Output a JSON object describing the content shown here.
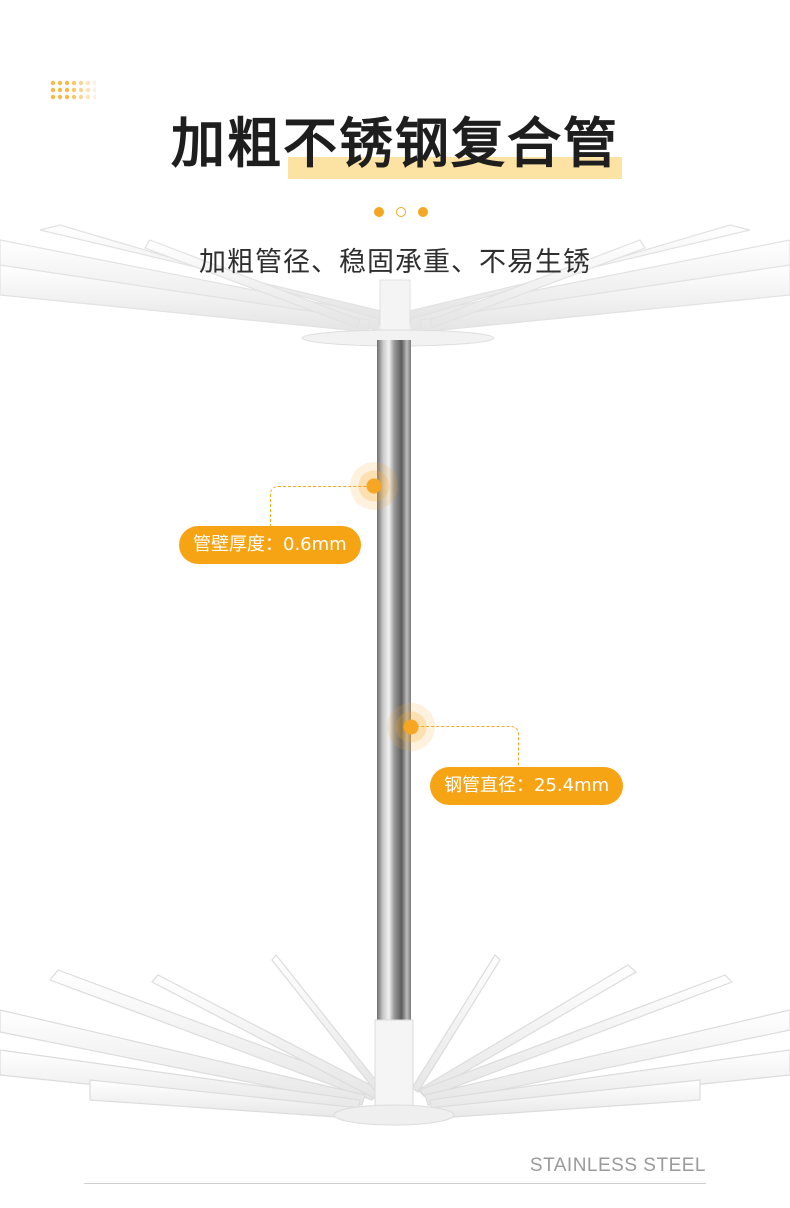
{
  "header": {
    "title": "加粗不锈钢复合管",
    "subtitle": "加粗管径、稳固承重、不易生锈"
  },
  "callouts": {
    "wall_thickness": "管壁厚度：0.6mm",
    "pipe_diameter": "钢管直径：25.4mm"
  },
  "footer": {
    "brand_text": "STAINLESS STEEL"
  },
  "colors": {
    "accent": "#f6a414",
    "title_highlight": "#fde3a3",
    "title_text": "#1e1e1e"
  },
  "icons": {
    "decor": "dot-grid-icon",
    "pager": "carousel-dots"
  }
}
